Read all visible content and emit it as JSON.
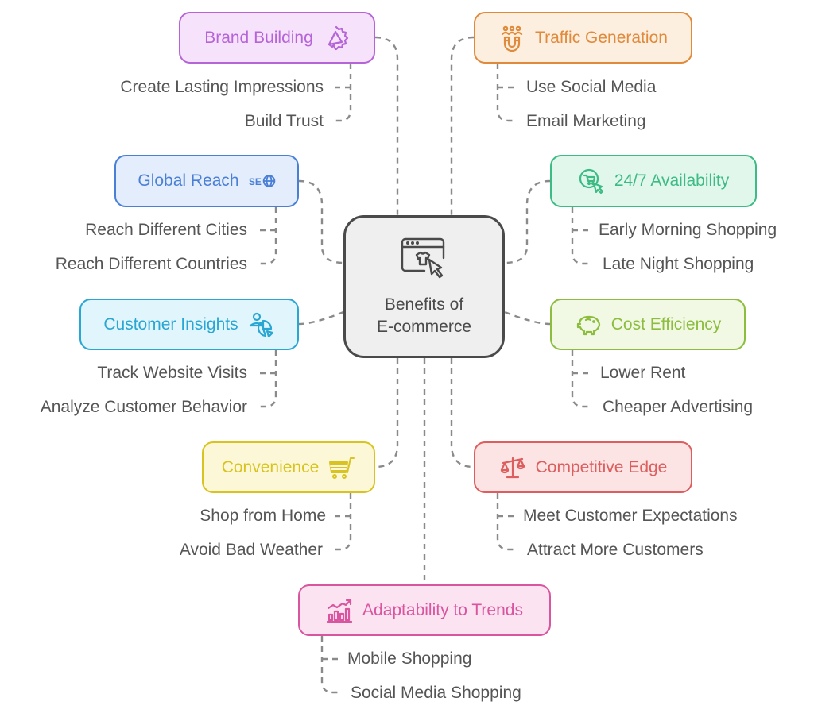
{
  "diagram": {
    "type": "mind-map",
    "center": {
      "title_line1": "Benefits of",
      "title_line2": "E-commerce",
      "icon": "browser-shirt-cursor-icon"
    },
    "branches": [
      {
        "id": "brand-building",
        "label": "Brand Building",
        "icon": "megaphone-badge-icon",
        "color": "#b565d8",
        "fill": "#f6e2fb",
        "children": [
          "Create Lasting Impressions",
          "Build Trust"
        ]
      },
      {
        "id": "traffic-generation",
        "label": "Traffic Generation",
        "icon": "magnet-people-icon",
        "color": "#e08a3c",
        "fill": "#fdefdf",
        "children": [
          "Use Social Media",
          "Email Marketing"
        ]
      },
      {
        "id": "global-reach",
        "label": "Global Reach",
        "icon": "seo-globe-icon",
        "color": "#4a7fd6",
        "fill": "#e3edfc",
        "children": [
          "Reach Different Cities",
          "Reach Different Countries"
        ]
      },
      {
        "id": "availability",
        "label": "24/7 Availability",
        "icon": "cart-click-icon",
        "color": "#3dbb84",
        "fill": "#e2f7ec",
        "children": [
          "Early Morning Shopping",
          "Late Night Shopping"
        ]
      },
      {
        "id": "customer-insights",
        "label": "Customer Insights",
        "icon": "user-pie-chart-icon",
        "color": "#2aa6d3",
        "fill": "#e1f5fc",
        "children": [
          "Track Website Visits",
          "Analyze Customer Behavior"
        ]
      },
      {
        "id": "cost-efficiency",
        "label": "Cost Efficiency",
        "icon": "piggy-bank-icon",
        "color": "#8cbd3e",
        "fill": "#f1f8e4",
        "children": [
          "Lower Rent",
          "Cheaper Advertising"
        ]
      },
      {
        "id": "convenience",
        "label": "Convenience",
        "icon": "shopping-cart-icon",
        "color": "#d9c320",
        "fill": "#fcf8d7",
        "children": [
          "Shop from Home",
          "Avoid Bad Weather"
        ]
      },
      {
        "id": "competitive-edge",
        "label": "Competitive Edge",
        "icon": "balance-scale-icon",
        "color": "#dc5e5e",
        "fill": "#fce4e4",
        "children": [
          "Meet Customer Expectations",
          "Attract More Customers"
        ]
      },
      {
        "id": "adaptability",
        "label": "Adaptability to Trends",
        "icon": "trend-chart-icon",
        "color": "#d9559f",
        "fill": "#fce3f1",
        "children": [
          "Mobile Shopping",
          "Social Media Shopping"
        ]
      }
    ]
  }
}
